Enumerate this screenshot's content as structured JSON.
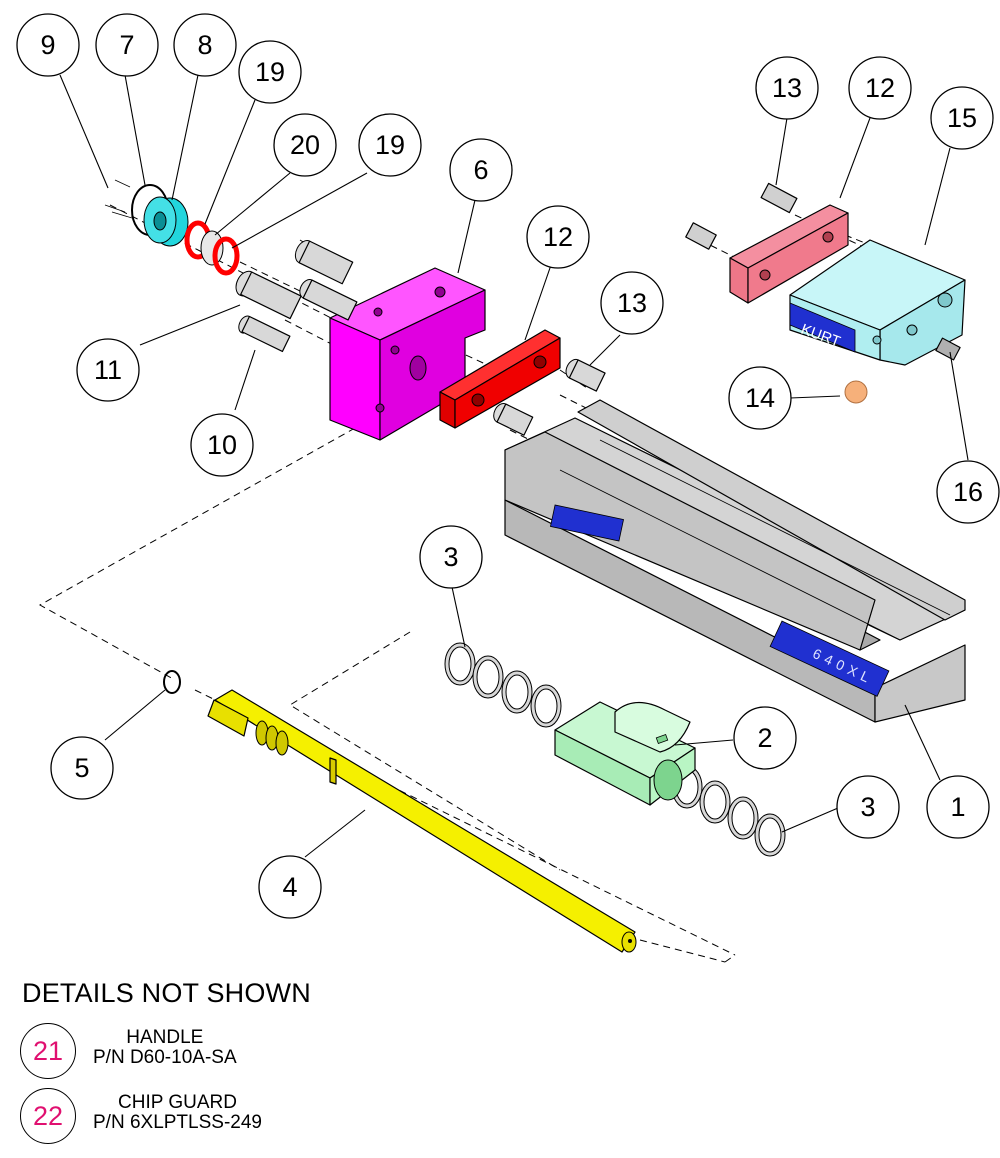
{
  "diagram": {
    "balloons": [
      {
        "number": "9"
      },
      {
        "number": "7"
      },
      {
        "number": "8"
      },
      {
        "number": "19"
      },
      {
        "number": "20"
      },
      {
        "number": "19"
      },
      {
        "number": "6"
      },
      {
        "number": "12"
      },
      {
        "number": "13"
      },
      {
        "number": "11"
      },
      {
        "number": "10"
      },
      {
        "number": "13"
      },
      {
        "number": "12"
      },
      {
        "number": "15"
      },
      {
        "number": "14"
      },
      {
        "number": "16"
      },
      {
        "number": "3"
      },
      {
        "number": "2"
      },
      {
        "number": "3"
      },
      {
        "number": "1"
      },
      {
        "number": "5"
      },
      {
        "number": "4"
      }
    ],
    "engravings": {
      "kurt_label": "KURT",
      "body_label": "640XL"
    },
    "part_colors": {
      "movable_jaw": "#ff00ff",
      "jaw_plate": "#ff0000",
      "jaw_plate_rear": "#ee7788",
      "stationary_jaw": "#b0eef0",
      "nut": "#b9f5c4",
      "screw": "#f5f000",
      "thrust_bearing": "#22d6dd",
      "seal_ring": "#ff0000",
      "pin": "#f6b07a",
      "body": "#c0c0c0",
      "nameplate": "#2030d0",
      "detail_number": "#e01070"
    }
  },
  "details": {
    "title": "DETAILS NOT SHOWN",
    "items": [
      {
        "number": "21",
        "name": "HANDLE",
        "part_number": "P/N D60-10A-SA"
      },
      {
        "number": "22",
        "name": "CHIP GUARD",
        "part_number": "P/N 6XLPTLSS-249"
      }
    ]
  }
}
